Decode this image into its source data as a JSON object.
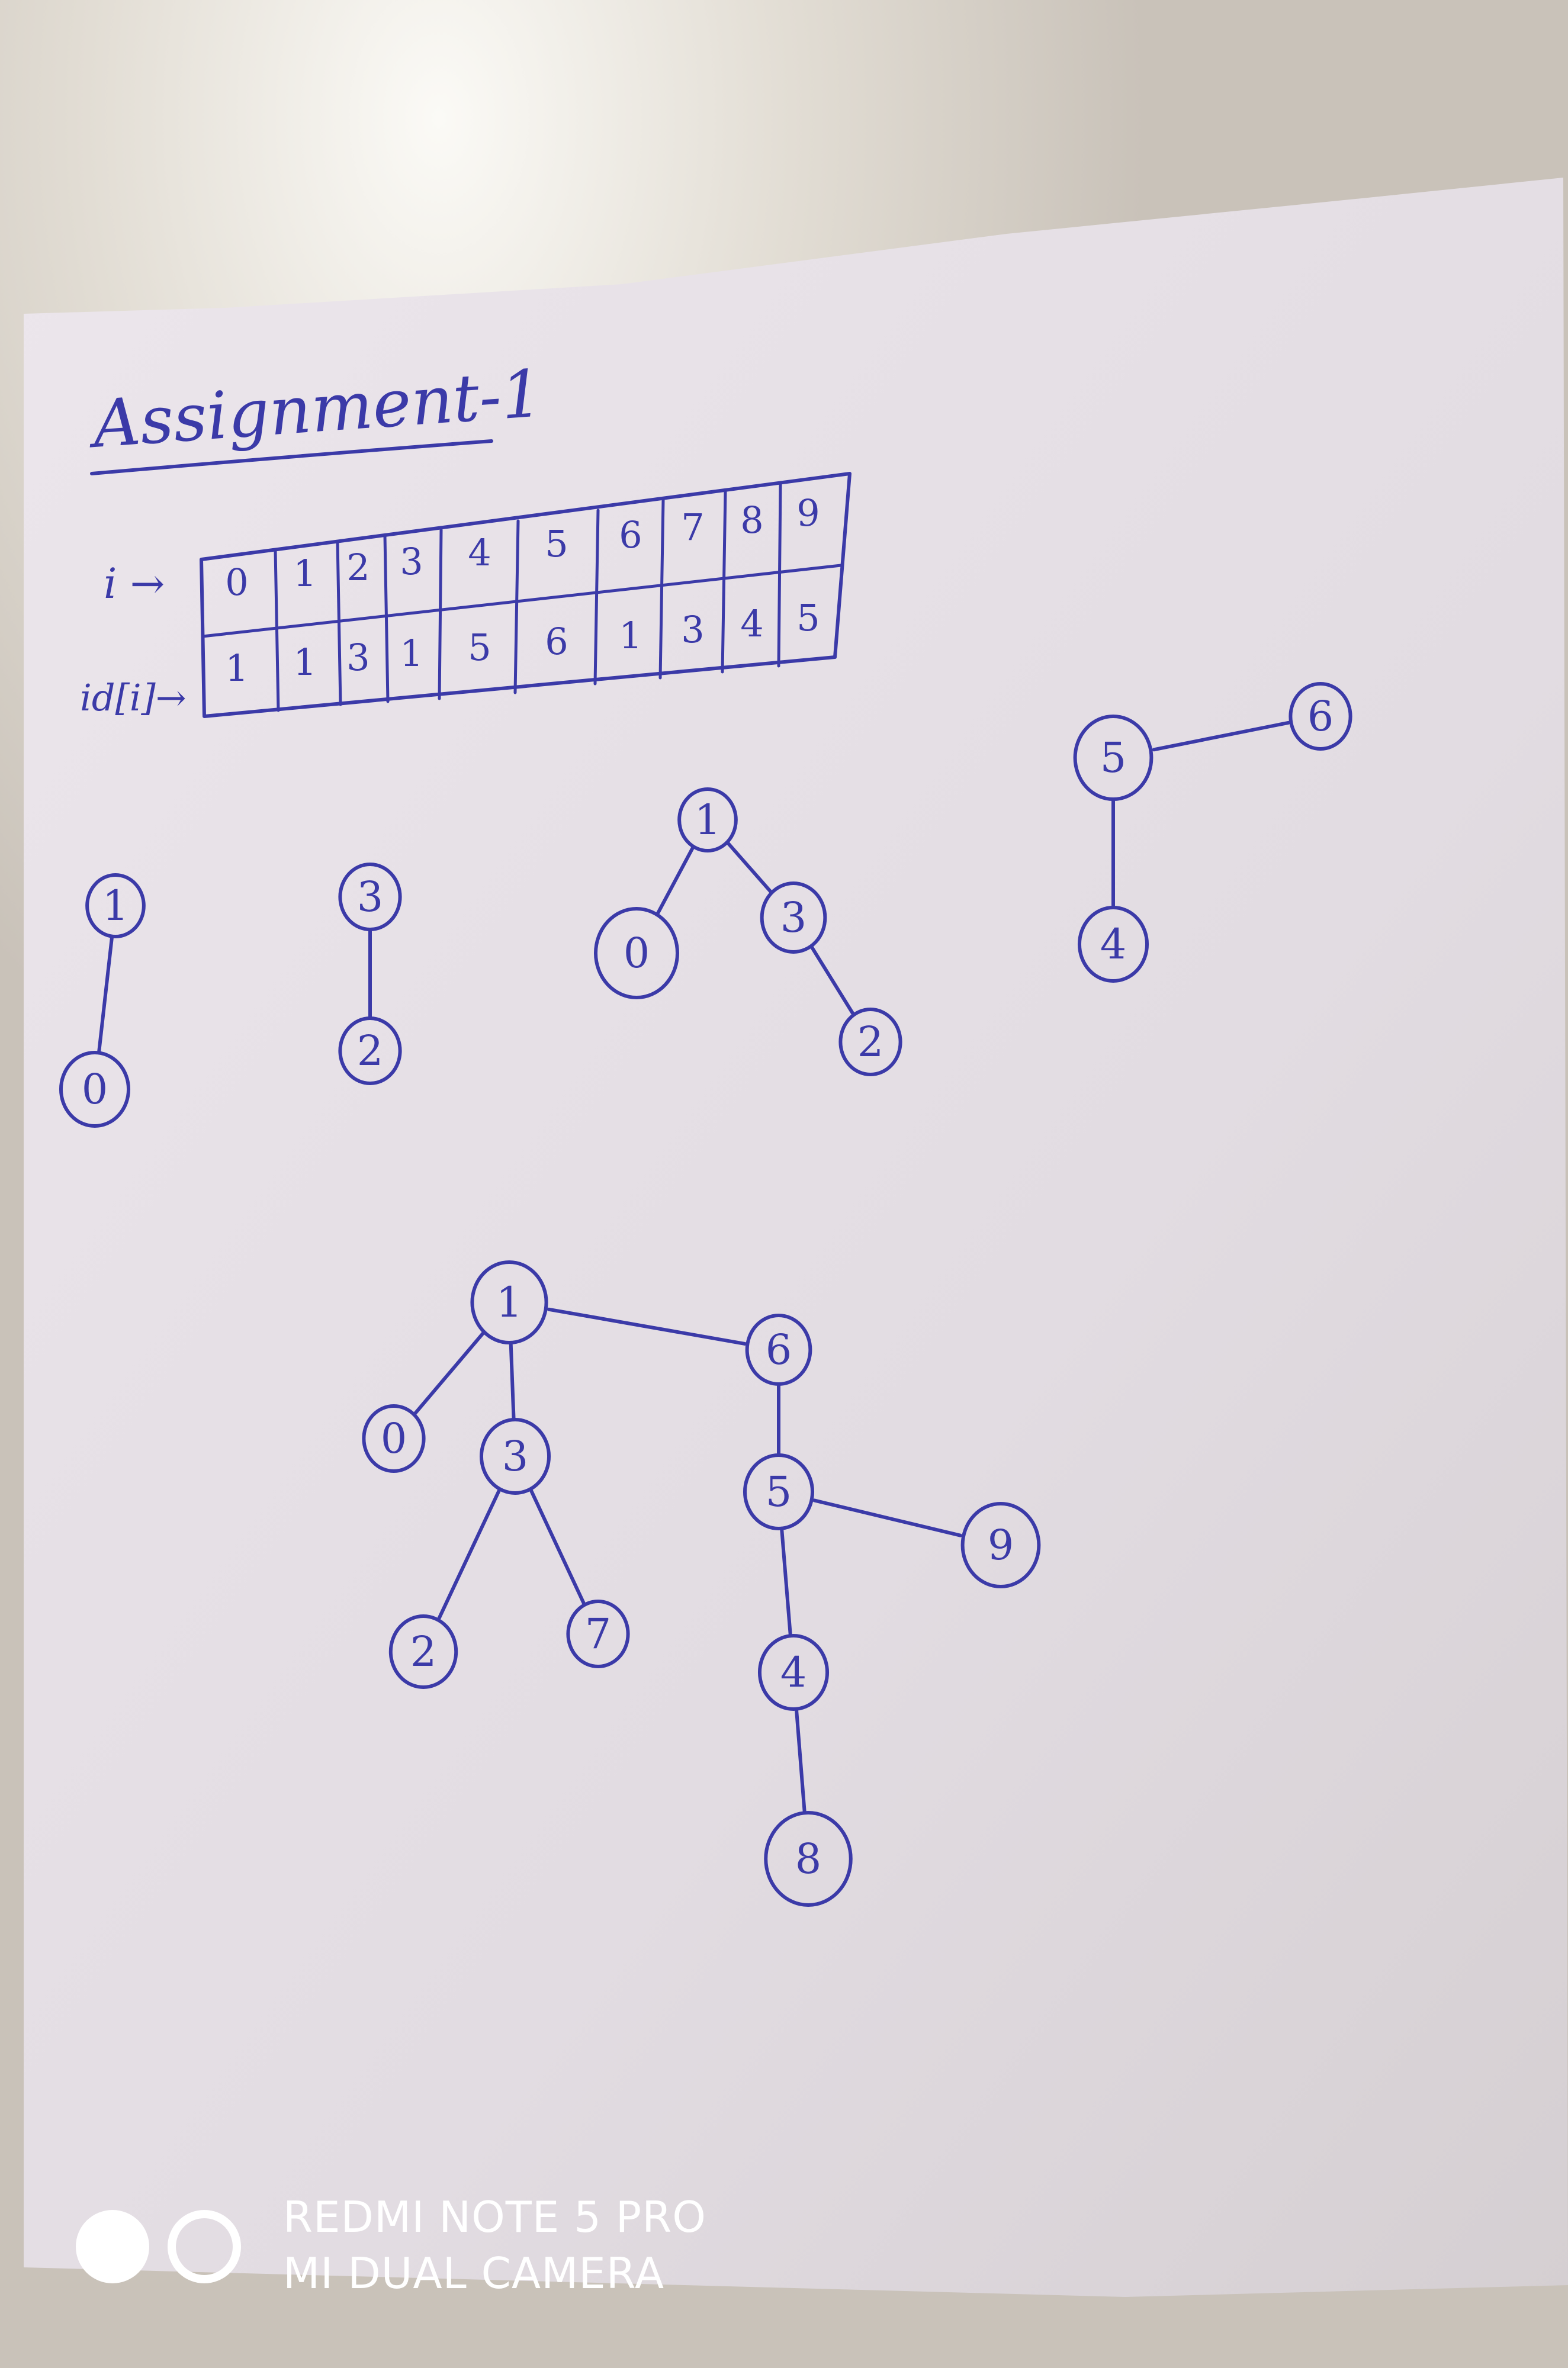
{
  "heading": "Assignment-1",
  "array": {
    "index_label": "i →",
    "id_label": "id[i]→",
    "indices": [
      "0",
      "1",
      "2",
      "3",
      "4",
      "5",
      "6",
      "7",
      "8",
      "9"
    ],
    "ids": [
      "1",
      "1",
      "3",
      "1",
      "5",
      "6",
      "1",
      "3",
      "4",
      "5"
    ]
  },
  "trees": {
    "tree_1": {
      "nodes": [
        "1",
        "0"
      ]
    },
    "tree_2": {
      "nodes": [
        "3",
        "2"
      ]
    },
    "tree_3": {
      "nodes": [
        "1",
        "0",
        "3",
        "2"
      ]
    },
    "tree_4": {
      "nodes": [
        "5",
        "6",
        "4"
      ]
    },
    "tree_5": {
      "nodes": [
        "1",
        "0",
        "3",
        "2",
        "7",
        "6",
        "5",
        "9",
        "4",
        "8"
      ]
    }
  },
  "watermark": {
    "line1": "REDMI NOTE 5 PRO",
    "line2": "MI DUAL CAMERA"
  },
  "colors": {
    "ink": "#3b3aa8",
    "paper": "#e6e0e6",
    "table": "#d9d2cb"
  }
}
